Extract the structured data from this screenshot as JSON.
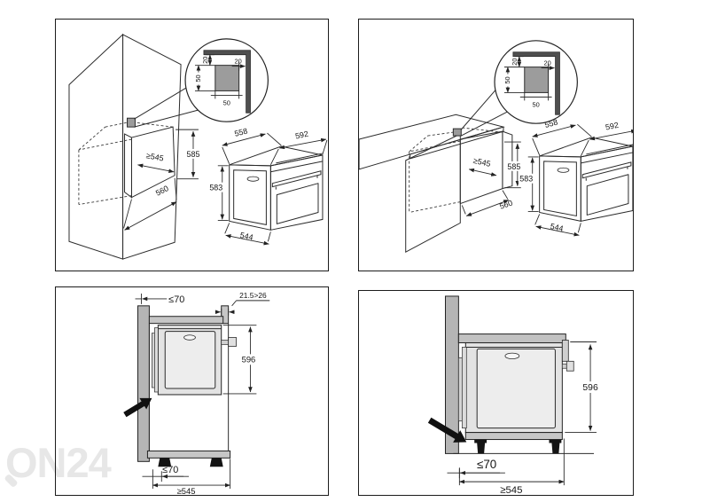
{
  "watermark": {
    "text": "ON24"
  },
  "panel_top_left": {
    "inset": {
      "gap_top": "20",
      "gap_side": "20",
      "block_h": "50",
      "block_w": "50"
    },
    "niche_width": "≥545",
    "niche_height": "585",
    "niche_depth": "560",
    "oven_depth": "558",
    "oven_width": "592",
    "oven_height": "583",
    "oven_base_depth": "544"
  },
  "panel_top_right": {
    "inset": {
      "gap_top": "20",
      "gap_side": "20",
      "block_h": "50",
      "block_w": "50"
    },
    "niche_width": "≥545",
    "niche_height": "585",
    "niche_depth": "560",
    "oven_depth": "558",
    "oven_width": "592",
    "oven_height": "583",
    "oven_base_depth": "544"
  },
  "panel_bottom_left": {
    "top_clearance": "≤70",
    "rear_gap": "21.5>26",
    "oven_height": "596",
    "bottom_clearance": "≤70",
    "min_width": "≥545"
  },
  "panel_bottom_right": {
    "oven_height": "596",
    "bottom_clearance": "≤70",
    "min_width": "≥545"
  }
}
